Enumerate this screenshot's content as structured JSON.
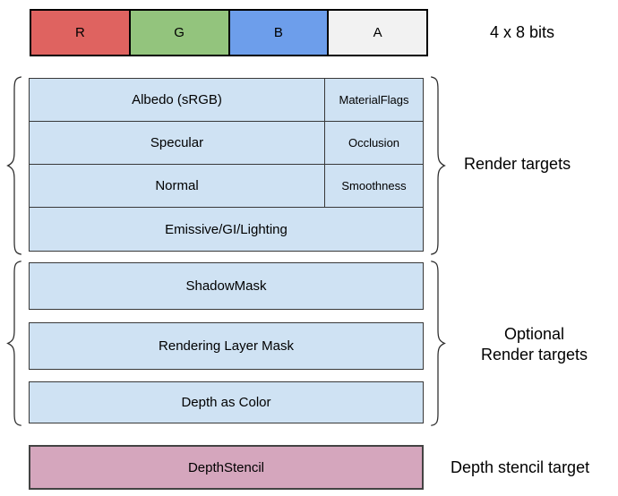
{
  "bits_row": {
    "caption": "4 x 8 bits",
    "channels": [
      {
        "label": "R",
        "color": "#df6360"
      },
      {
        "label": "G",
        "color": "#93c47d"
      },
      {
        "label": "B",
        "color": "#6d9eeb"
      },
      {
        "label": "A",
        "color": "#f2f2f2"
      }
    ]
  },
  "render_targets": {
    "label": "Render targets",
    "fill_color": "#cfe2f3",
    "rows": [
      {
        "main": "Albedo (sRGB)",
        "sub": "MaterialFlags"
      },
      {
        "main": "Specular",
        "sub": "Occlusion"
      },
      {
        "main": "Normal",
        "sub": "Smoothness"
      },
      {
        "main": "Emissive/GI/Lighting"
      }
    ]
  },
  "optional_targets": {
    "label_line1": "Optional",
    "label_line2": "Render targets",
    "fill_color": "#cfe2f3",
    "boxes": [
      "ShadowMask",
      "Rendering Layer Mask",
      "Depth as Color"
    ]
  },
  "depth_stencil": {
    "box_label": "DepthStencil",
    "label": "Depth stencil target",
    "fill_color": "#d5a6bd"
  }
}
